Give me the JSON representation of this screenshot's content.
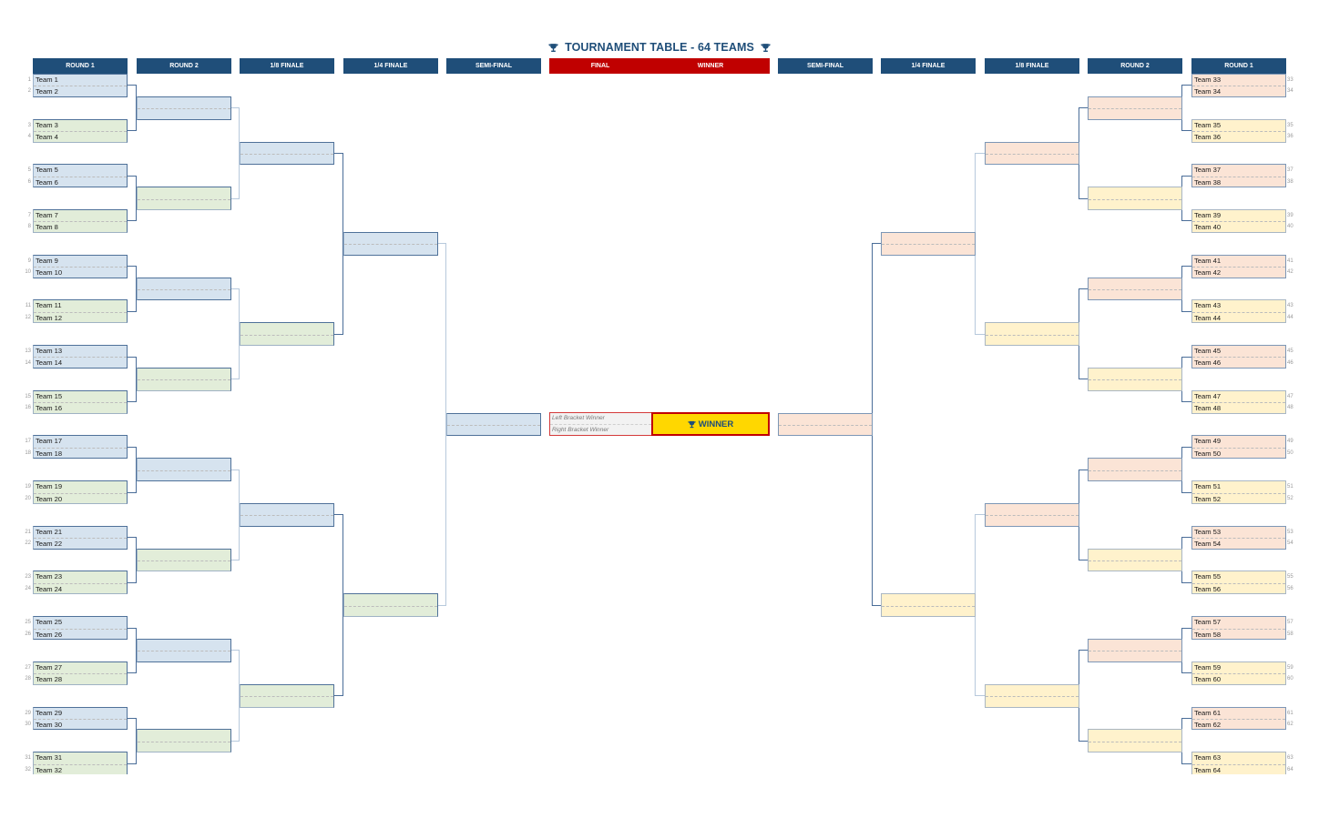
{
  "title": "TOURNAMENT TABLE - 64 TEAMS",
  "icons": {
    "title_left": "trophy-icon",
    "title_right": "trophy-icon",
    "winner": "trophy-icon"
  },
  "headers": {
    "left": [
      "ROUND 1",
      "ROUND 2",
      "1/8 FINALE",
      "1/4 FINALE",
      "SEMI-FINAL"
    ],
    "final": "FINAL",
    "winner": "WINNER",
    "right": [
      "SEMI-FINAL",
      "1/4 FINALE",
      "1/8 FINALE",
      "ROUND 2",
      "ROUND 1"
    ]
  },
  "teams": [
    {
      "seed": 1,
      "name": "Team 1"
    },
    {
      "seed": 2,
      "name": "Team 2"
    },
    {
      "seed": 3,
      "name": "Team 3"
    },
    {
      "seed": 4,
      "name": "Team 4"
    },
    {
      "seed": 5,
      "name": "Team 5"
    },
    {
      "seed": 6,
      "name": "Team 6"
    },
    {
      "seed": 7,
      "name": "Team 7"
    },
    {
      "seed": 8,
      "name": "Team 8"
    },
    {
      "seed": 9,
      "name": "Team 9"
    },
    {
      "seed": 10,
      "name": "Team 10"
    },
    {
      "seed": 11,
      "name": "Team 11"
    },
    {
      "seed": 12,
      "name": "Team 12"
    },
    {
      "seed": 13,
      "name": "Team 13"
    },
    {
      "seed": 14,
      "name": "Team 14"
    },
    {
      "seed": 15,
      "name": "Team 15"
    },
    {
      "seed": 16,
      "name": "Team 16"
    },
    {
      "seed": 17,
      "name": "Team 17"
    },
    {
      "seed": 18,
      "name": "Team 18"
    },
    {
      "seed": 19,
      "name": "Team 19"
    },
    {
      "seed": 20,
      "name": "Team 20"
    },
    {
      "seed": 21,
      "name": "Team 21"
    },
    {
      "seed": 22,
      "name": "Team 22"
    },
    {
      "seed": 23,
      "name": "Team 23"
    },
    {
      "seed": 24,
      "name": "Team 24"
    },
    {
      "seed": 25,
      "name": "Team 25"
    },
    {
      "seed": 26,
      "name": "Team 26"
    },
    {
      "seed": 27,
      "name": "Team 27"
    },
    {
      "seed": 28,
      "name": "Team 28"
    },
    {
      "seed": 29,
      "name": "Team 29"
    },
    {
      "seed": 30,
      "name": "Team 30"
    },
    {
      "seed": 31,
      "name": "Team 31"
    },
    {
      "seed": 32,
      "name": "Team 32"
    },
    {
      "seed": 33,
      "name": "Team 33"
    },
    {
      "seed": 34,
      "name": "Team 34"
    },
    {
      "seed": 35,
      "name": "Team 35"
    },
    {
      "seed": 36,
      "name": "Team 36"
    },
    {
      "seed": 37,
      "name": "Team 37"
    },
    {
      "seed": 38,
      "name": "Team 38"
    },
    {
      "seed": 39,
      "name": "Team 39"
    },
    {
      "seed": 40,
      "name": "Team 40"
    },
    {
      "seed": 41,
      "name": "Team 41"
    },
    {
      "seed": 42,
      "name": "Team 42"
    },
    {
      "seed": 43,
      "name": "Team 43"
    },
    {
      "seed": 44,
      "name": "Team 44"
    },
    {
      "seed": 45,
      "name": "Team 45"
    },
    {
      "seed": 46,
      "name": "Team 46"
    },
    {
      "seed": 47,
      "name": "Team 47"
    },
    {
      "seed": 48,
      "name": "Team 48"
    },
    {
      "seed": 49,
      "name": "Team 49"
    },
    {
      "seed": 50,
      "name": "Team 50"
    },
    {
      "seed": 51,
      "name": "Team 51"
    },
    {
      "seed": 52,
      "name": "Team 52"
    },
    {
      "seed": 53,
      "name": "Team 53"
    },
    {
      "seed": 54,
      "name": "Team 54"
    },
    {
      "seed": 55,
      "name": "Team 55"
    },
    {
      "seed": 56,
      "name": "Team 56"
    },
    {
      "seed": 57,
      "name": "Team 57"
    },
    {
      "seed": 58,
      "name": "Team 58"
    },
    {
      "seed": 59,
      "name": "Team 59"
    },
    {
      "seed": 60,
      "name": "Team 60"
    },
    {
      "seed": 61,
      "name": "Team 61"
    },
    {
      "seed": 62,
      "name": "Team 62"
    },
    {
      "seed": 63,
      "name": "Team 63"
    },
    {
      "seed": 64,
      "name": "Team 64"
    }
  ],
  "final": {
    "left_bracket_winner": "Left Bracket Winner",
    "right_bracket_winner": "Right Bracket Winner",
    "winner_label": "WINNER"
  },
  "colors": {
    "header": "#1f4e79",
    "final_header": "#c00000",
    "winner_fill": "#ffd700",
    "left_primary": "#d6e3ef",
    "left_secondary": "#e2edd9",
    "right_primary": "#fbe4d6",
    "right_secondary": "#fff2cc",
    "line_dark": "#4a6d98",
    "line_light": "#b7c9dc"
  }
}
